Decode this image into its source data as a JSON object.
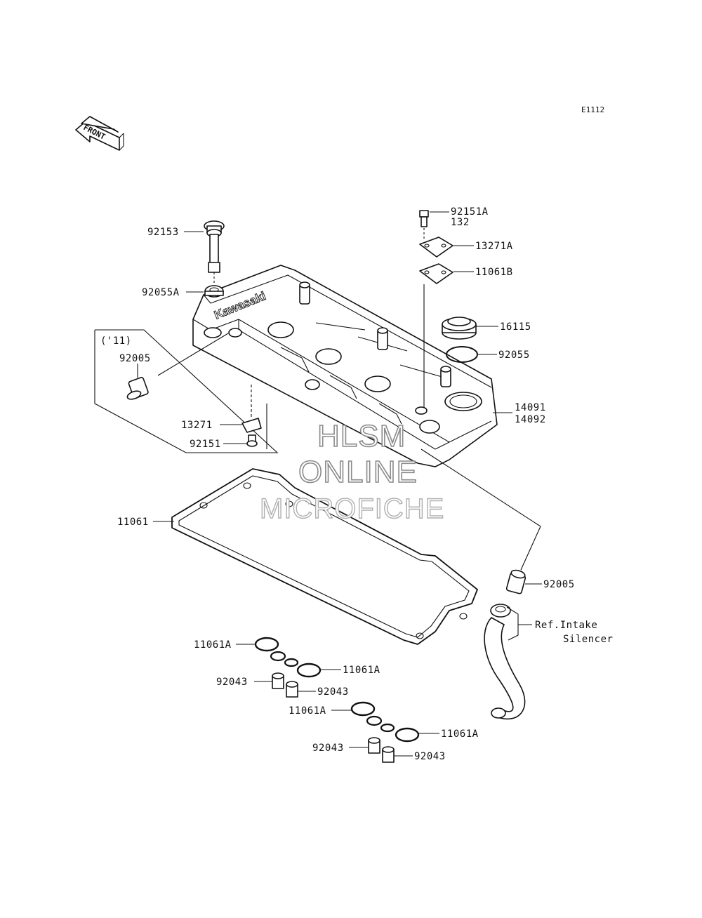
{
  "diagram_code": "E1112",
  "front_label": "FRONT",
  "brand_text": "Kawasaki",
  "watermark": {
    "line1": "HLSM",
    "line2": "ONLINE",
    "line3": "MICROFICHE"
  },
  "year_note": "('11)",
  "parts": {
    "p92153": "92153",
    "p92055A": "92055A",
    "p92005_left": "92005",
    "p13271": "13271",
    "p92151": "92151",
    "p11061": "11061",
    "p92151A": "92151A",
    "p132": "132",
    "p13271A": "13271A",
    "p11061B": "11061B",
    "p16115": "16115",
    "p92055": "92055",
    "p14091": "14091",
    "p14092": "14092",
    "p92005_right": "92005",
    "ref_line1": "Ref.Intake",
    "ref_line2": "Silencer",
    "o1_11061A_a": "11061A",
    "o1_11061A_b": "11061A",
    "o1_92043_a": "92043",
    "o1_92043_b": "92043",
    "o2_11061A_a": "11061A",
    "o2_11061A_b": "11061A",
    "o2_92043_a": "92043",
    "o2_92043_b": "92043"
  }
}
